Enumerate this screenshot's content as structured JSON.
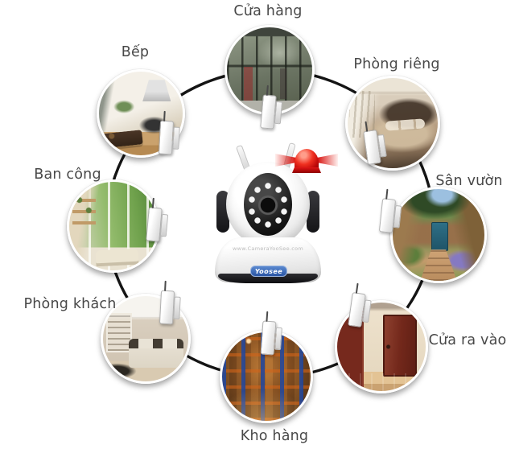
{
  "diagram": {
    "center": {
      "device": "wifi-ip-camera",
      "brand_logo": "Yoosee",
      "watermark": "www.CameraYooSee.com"
    },
    "locations": {
      "store": {
        "label": "Cửa hàng"
      },
      "bedroom": {
        "label": "Phòng riêng"
      },
      "garden": {
        "label": "Sân vườn"
      },
      "entrance": {
        "label": "Cửa ra vào"
      },
      "warehouse": {
        "label": "Kho hàng"
      },
      "living": {
        "label": "Phòng khách"
      },
      "balcony": {
        "label": "Ban công"
      },
      "kitchen": {
        "label": "Bếp"
      }
    },
    "colors": {
      "label_text": "#484848",
      "connection_line": "#141414",
      "logo_blue": "#2a55a5",
      "alarm_red": "#e01010"
    }
  }
}
